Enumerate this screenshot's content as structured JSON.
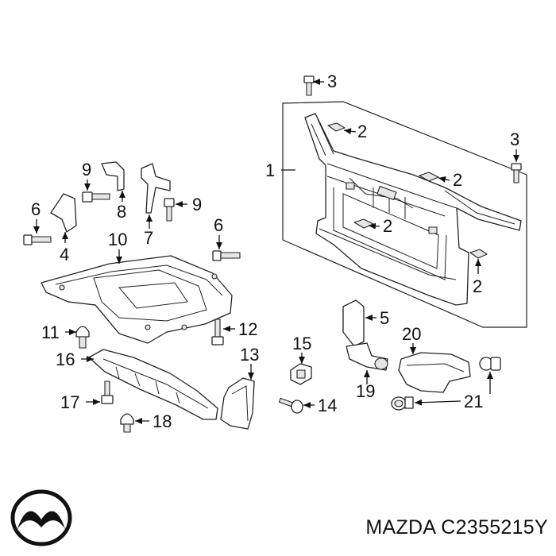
{
  "callouts": {
    "c1": "1",
    "c2a": "2",
    "c2b": "2",
    "c2c": "2",
    "c2d": "2",
    "c3a": "3",
    "c3b": "3",
    "c4": "4",
    "c5": "5",
    "c6a": "6",
    "c6b": "6",
    "c7": "7",
    "c8": "8",
    "c9a": "9",
    "c9b": "9",
    "c10": "10",
    "c11": "11",
    "c12": "12",
    "c13": "13",
    "c14": "14",
    "c15": "15",
    "c16": "16",
    "c17": "17",
    "c18": "18",
    "c19": "19",
    "c20": "20",
    "c21": "21"
  },
  "footer": {
    "brand": "MAZDA",
    "part_number": "C2355215Y"
  },
  "logo": {
    "name": "mazda-logo"
  }
}
